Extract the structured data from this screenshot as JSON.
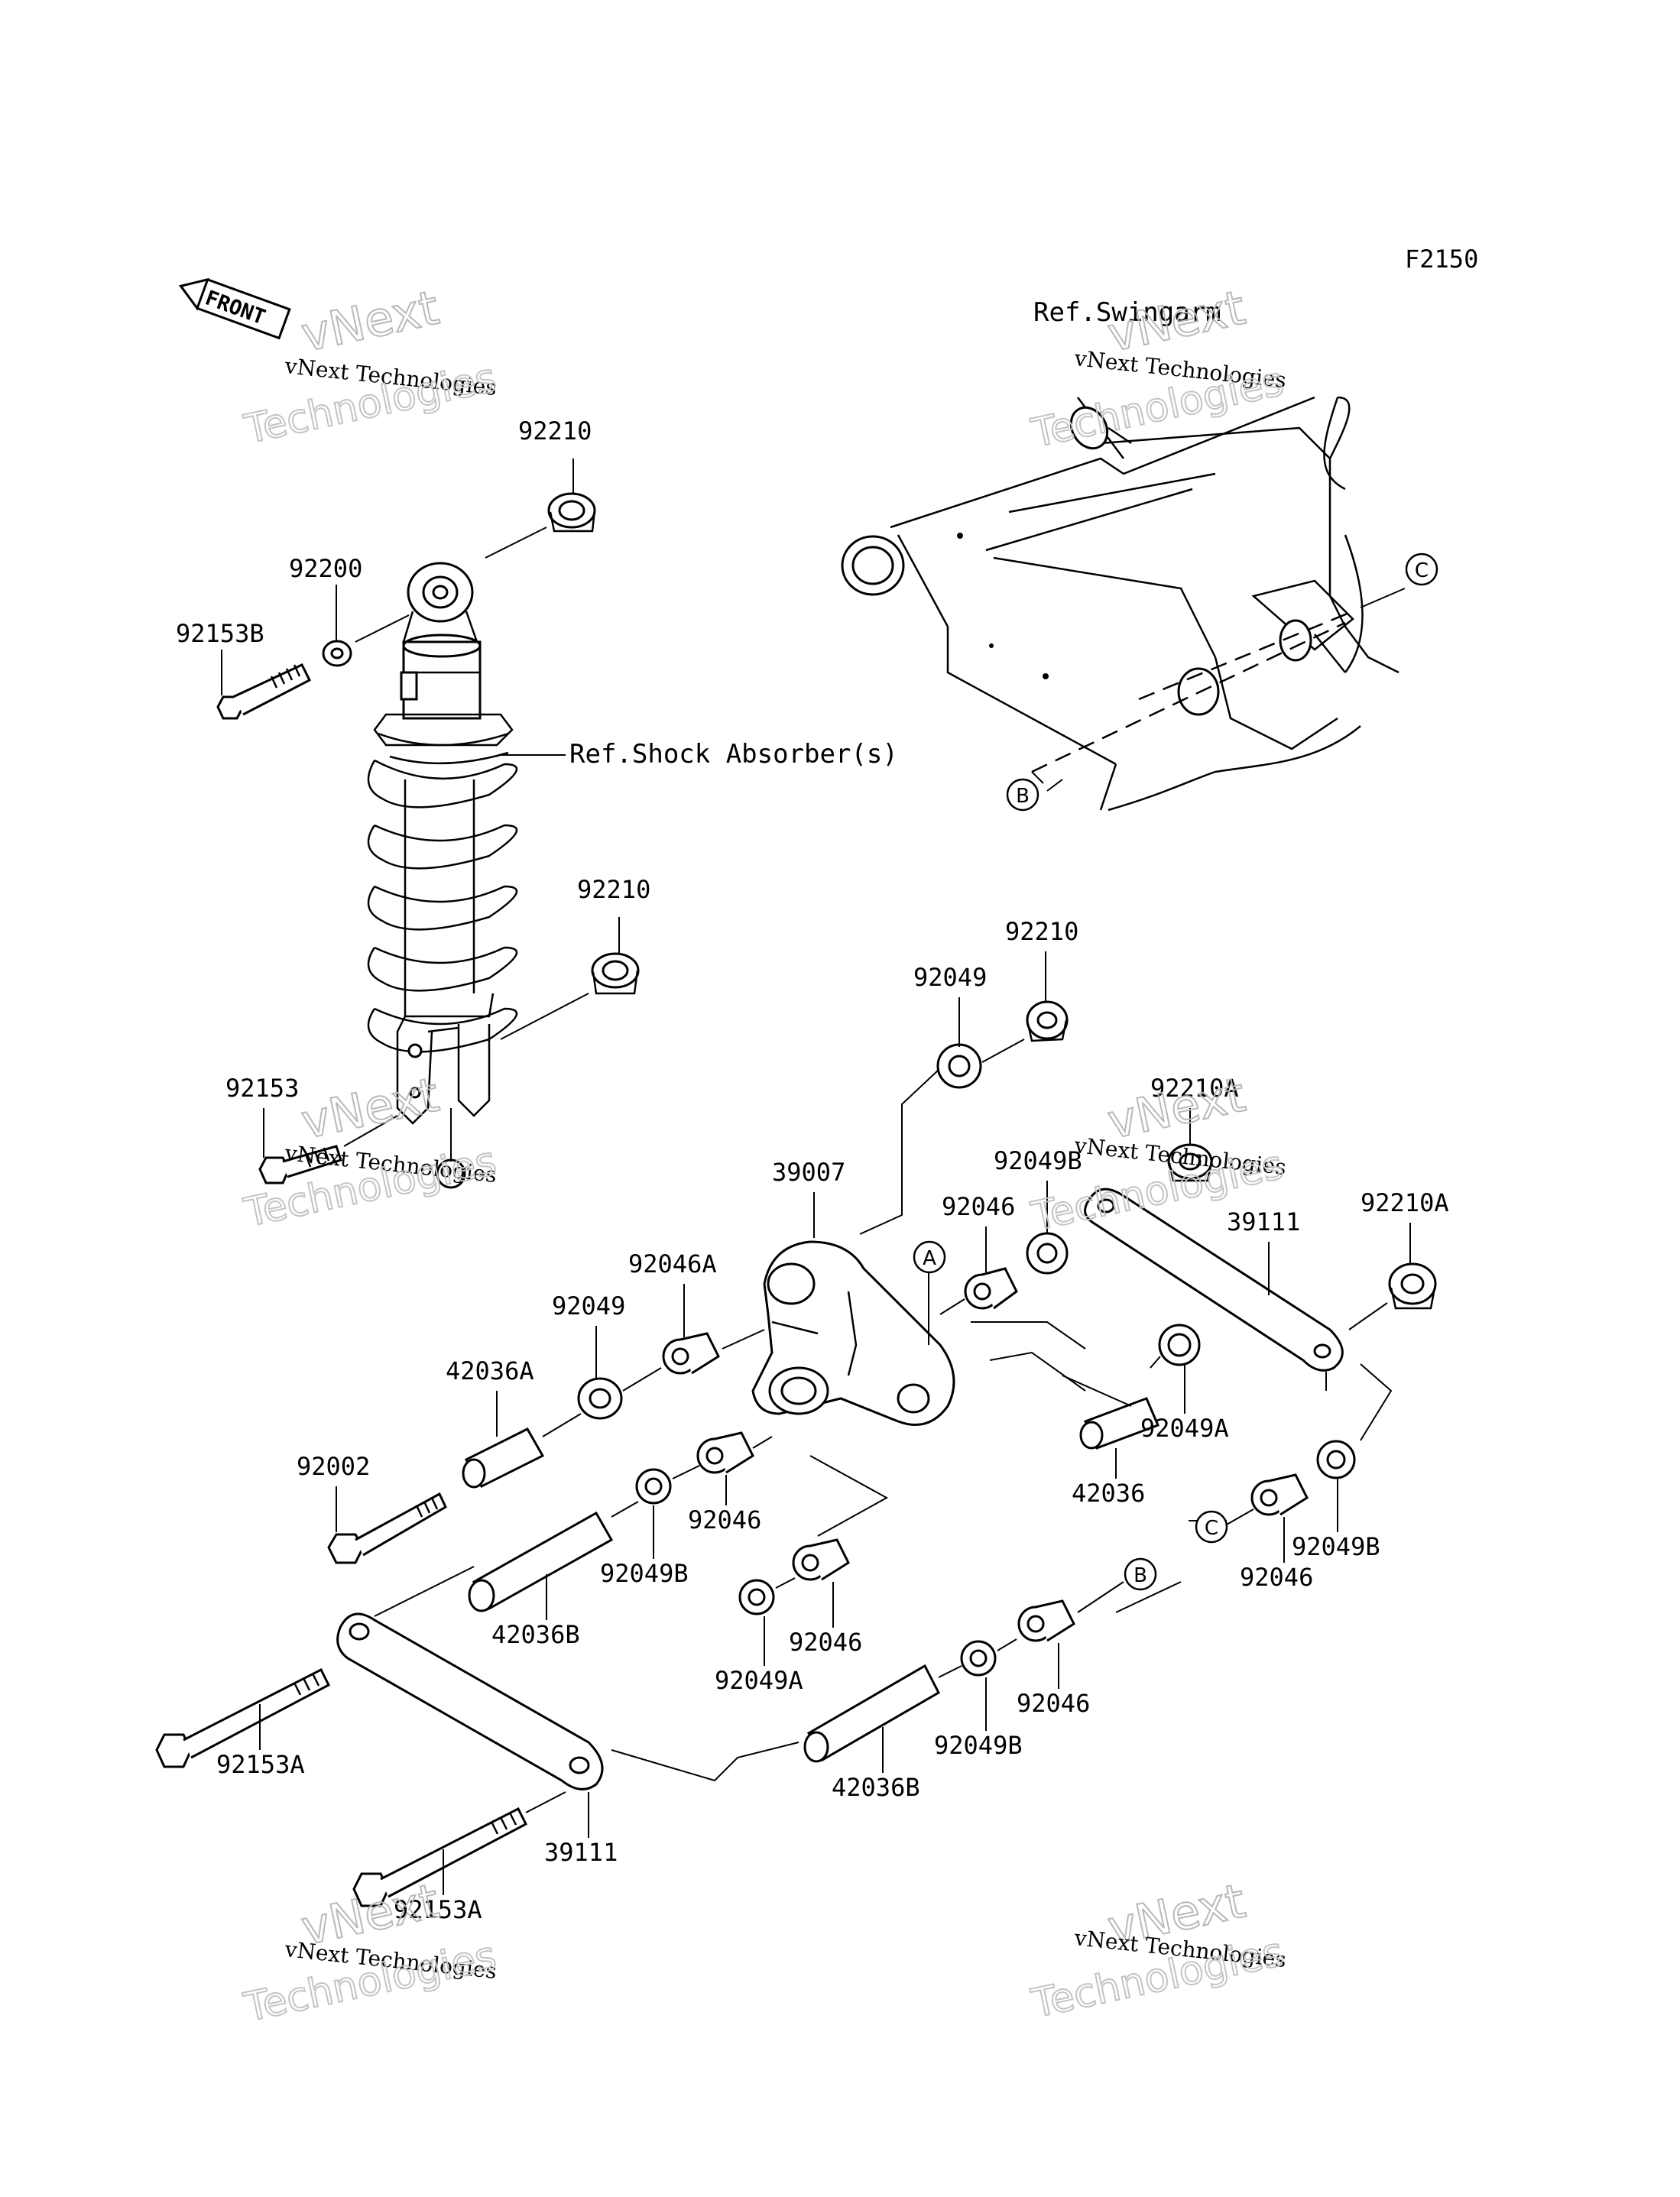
{
  "diagram_code": "F2150",
  "front_label": "FRONT",
  "references": {
    "swingarm": "Ref.Swingarm",
    "shock_absorber": "Ref.Shock Absorber(s)"
  },
  "callout_letters": {
    "a": "A",
    "b": "B",
    "c": "C"
  },
  "watermark": {
    "company": "vNext Technologies",
    "brand_line1": "vNext",
    "brand_line2": "Technologies"
  },
  "part_labels": {
    "p92210_top": "92210",
    "p92200": "92200",
    "p92153B": "92153B",
    "p92210_mid": "92210",
    "p92153": "92153",
    "p92049_top": "92049",
    "p92210_right": "92210",
    "p92210A_1": "92210A",
    "p92210A_2": "92210A",
    "p39007": "39007",
    "p92049B_top": "92049B",
    "p92046_top": "92046",
    "p92046A": "92046A",
    "p39111_right": "39111",
    "p92049_mid": "92049",
    "p42036A": "42036A",
    "p92002": "92002",
    "p92049A_right": "92049A",
    "p42036": "42036",
    "p92046_center": "92046",
    "p92049B_center": "92049B",
    "p42036B_left": "42036B",
    "p92046_low": "92046",
    "p92049A_low": "92049A",
    "p92049B_right": "92049B",
    "p92046_right": "92046",
    "p92046_bottom": "92046",
    "p92049B_bottom": "92049B",
    "p92153A_1": "92153A",
    "p42036B_bottom": "42036B",
    "p39111_bottom": "39111",
    "p92153A_2": "92153A"
  }
}
